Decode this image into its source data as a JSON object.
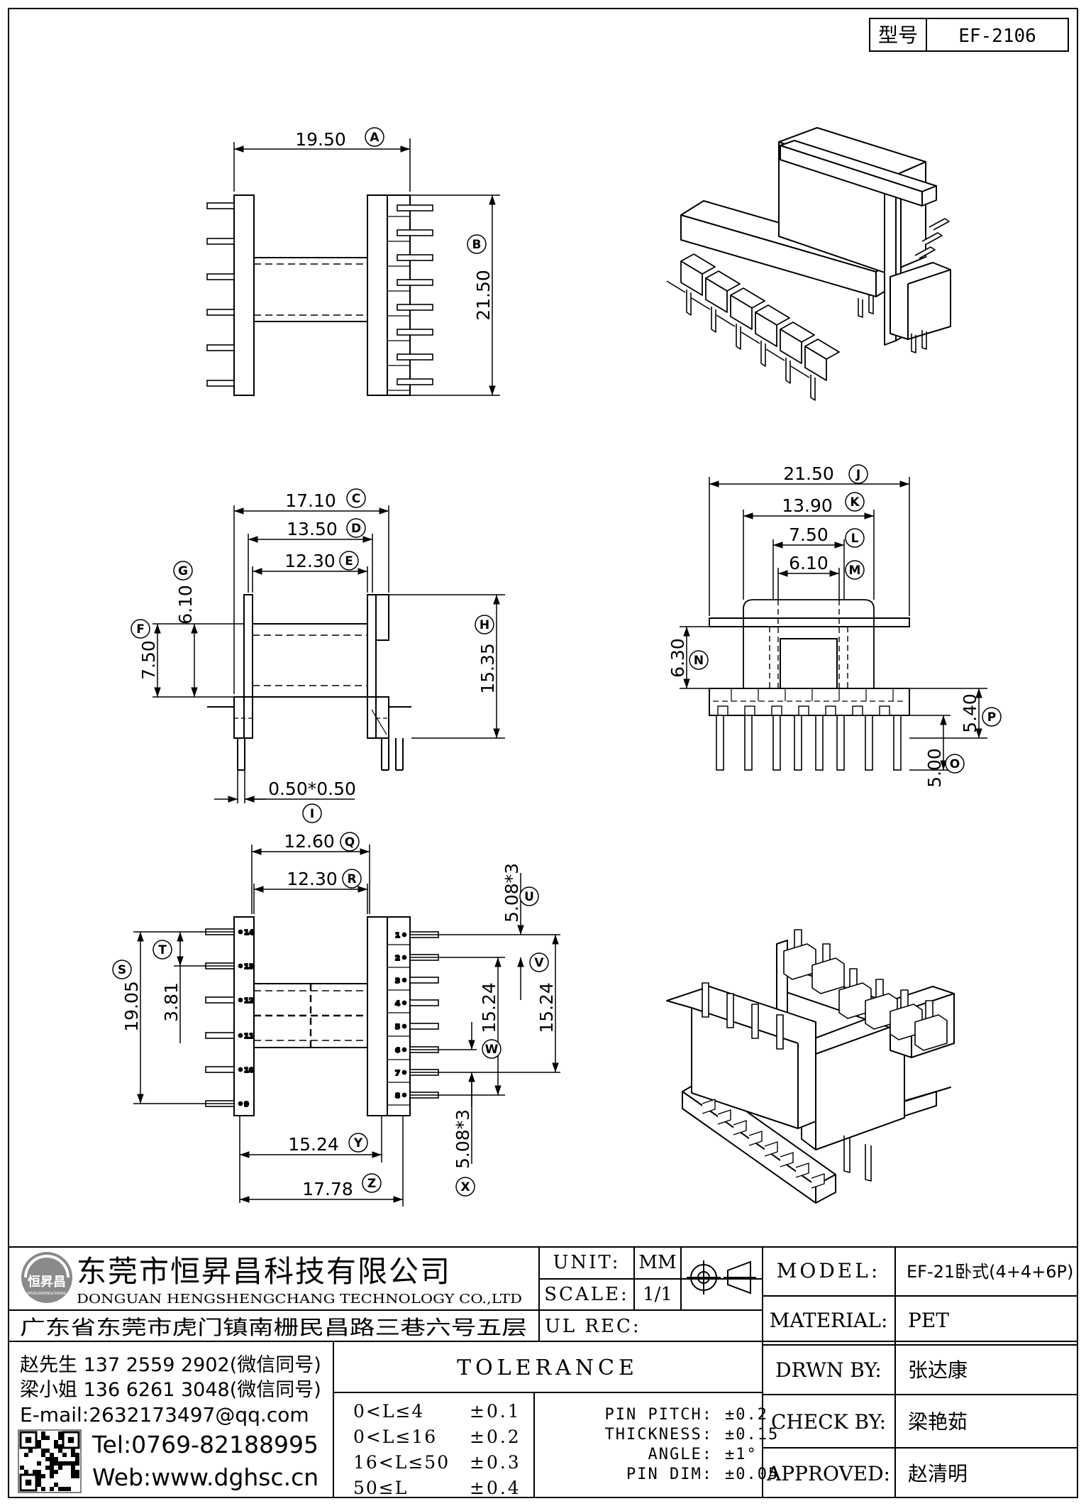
{
  "header": {
    "label": "型号",
    "value": "EF-2106"
  },
  "dims": {
    "A": "19.50",
    "B": "21.50",
    "C": "17.10",
    "D": "13.50",
    "E": "12.30",
    "F": "7.50",
    "G": "6.10",
    "H": "15.35",
    "I": "0.50*0.50",
    "J": "21.50",
    "K": "13.90",
    "L": "7.50",
    "M": "6.10",
    "N": "6.30",
    "O": "5.00",
    "P": "5.40",
    "Q": "12.60",
    "R": "12.30",
    "S": "19.05",
    "T": "3.81",
    "U": "5.08*3",
    "V": "15.24",
    "W": "15.24",
    "X": "5.08*3",
    "Y": "15.24",
    "Z": "17.78"
  },
  "letters": {
    "A": "A",
    "B": "B",
    "C": "C",
    "D": "D",
    "E": "E",
    "F": "F",
    "G": "G",
    "H": "H",
    "I": "I",
    "J": "J",
    "K": "K",
    "L": "L",
    "M": "M",
    "N": "N",
    "O": "O",
    "P": "P",
    "Q": "Q",
    "R": "R",
    "S": "S",
    "T": "T",
    "U": "U",
    "V": "V",
    "W": "W",
    "X": "X",
    "Y": "Y",
    "Z": "Z"
  },
  "pins": {
    "left": [
      "14",
      "13",
      "12",
      "11",
      "10",
      "9"
    ],
    "right": [
      "1",
      "2",
      "3",
      "4",
      "5",
      "6",
      "7",
      "8"
    ]
  },
  "company": {
    "name_cn": "东莞市恒昇昌科技有限公司",
    "name_en": "DONGUAN HENGSHENGCHANG TECHNOLOGY CO.,LTD",
    "address": "广东省东莞市虎门镇南栅民昌路三巷六号五层",
    "logo_text": "恒昇昌",
    "logo_sub": "HENGSHENGCHANG"
  },
  "contacts": {
    "c1": "赵先生 137 2559 2902(微信同号)",
    "c2": "梁小姐 136 6261 3048(微信同号)",
    "email": "E-mail:2632173497@qq.com",
    "tel": "Tel:0769-82188995",
    "web": "Web:www.dghsc.cn"
  },
  "titleblock": {
    "unit_label": "UNIT:",
    "unit_value": "MM",
    "scale_label": "SCALE:",
    "scale_value": "1/1",
    "ulrec_label": "UL REC:",
    "model_label": "MODEL:",
    "model_value": "EF-21卧式(4+4+6P)",
    "material_label": "MATERIAL:",
    "material_value": "PET",
    "drwn_label": "DRWN BY:",
    "drwn_value": "张达康",
    "check_label": "CHECK BY:",
    "check_value": "梁艳茹",
    "approved_label": "APPROVED:",
    "approved_value": "赵清明"
  },
  "tolerance": {
    "title": "TOLERANCE",
    "rows": [
      {
        "range": "0<L≤4",
        "tol": "±0.1"
      },
      {
        "range": "0<L≤16",
        "tol": "±0.2"
      },
      {
        "range": "16<L≤50",
        "tol": "±0.3"
      },
      {
        "range": "50≤L",
        "tol": "±0.4"
      }
    ],
    "specs": [
      {
        "label": "PIN PITCH:",
        "value": "±0.2"
      },
      {
        "label": "THICKNESS:",
        "value": "±0.15"
      },
      {
        "label": "ANGLE:",
        "value": "±1°"
      },
      {
        "label": "PIN DIM:",
        "value": "±0.05"
      }
    ]
  }
}
